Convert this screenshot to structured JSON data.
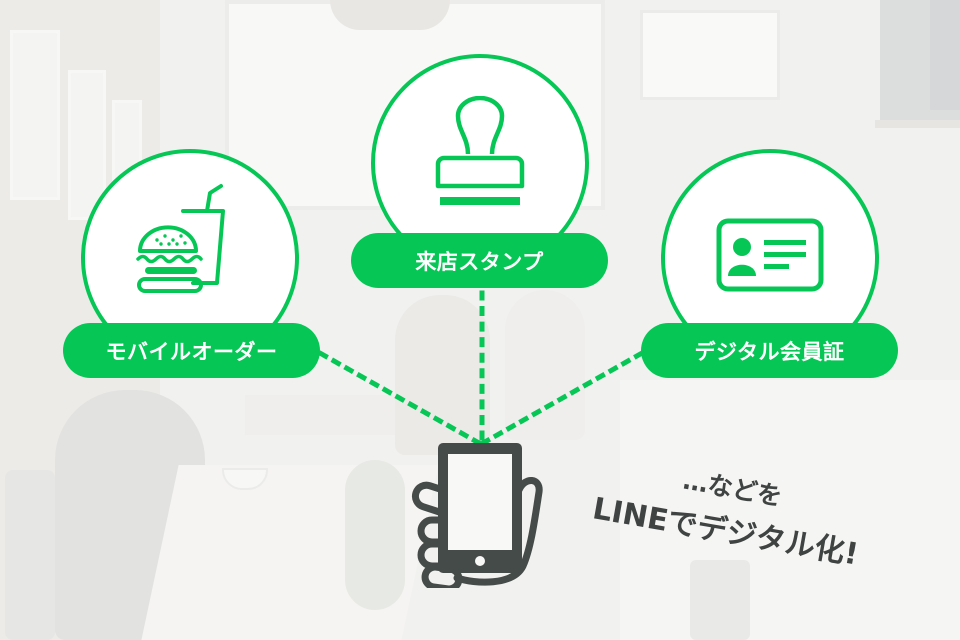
{
  "colors": {
    "accent": "#06c755",
    "icon_dark": "#454b49",
    "caption_text": "#3f4443",
    "background": "#f1f1ef"
  },
  "features": [
    {
      "id": "mobile-order",
      "label": "モバイルオーダー",
      "icon": "burger-drink-icon"
    },
    {
      "id": "visit-stamp",
      "label": "来店スタンプ",
      "icon": "stamp-icon"
    },
    {
      "id": "digital-member-card",
      "label": "デジタル会員証",
      "icon": "member-card-icon"
    }
  ],
  "center_icon": "hand-holding-smartphone-icon",
  "caption": {
    "line1": "…などを",
    "line2": "LINEでデジタル化!"
  }
}
